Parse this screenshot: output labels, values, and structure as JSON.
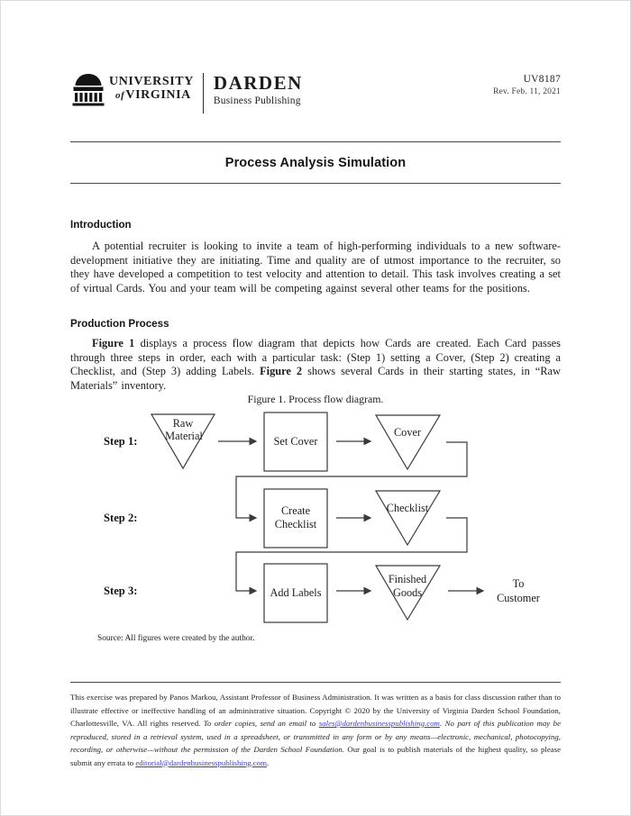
{
  "header": {
    "university_line1": "UNIVERSITY",
    "university_of": "of",
    "university_line2": "VIRGINIA",
    "brand": "DARDEN",
    "brand_sub": "Business Publishing",
    "doc_number": "UV8187",
    "revision": "Rev. Feb. 11, 2021"
  },
  "title": "Process Analysis Simulation",
  "sections": {
    "introduction": {
      "heading": "Introduction",
      "body": "A potential recruiter is looking to invite a team of high-performing individuals to a new software-development initiative they are initiating. Time and quality are of utmost importance to the recruiter, so they have developed a competition to test velocity and attention to detail. This task involves creating a set of virtual Cards. You and your team will be competing against several other teams for the positions."
    },
    "production_process": {
      "heading": "Production Process",
      "seg0": "Figure 1",
      "seg1": " displays a process flow diagram that depicts how Cards are created. Each Card passes through three steps in order, each with a particular task: (Step 1) setting a Cover, (Step 2) creating a Checklist, and (Step 3) adding Labels. ",
      "seg2": "Figure 2",
      "seg3": " shows several Cards in their starting states, in “Raw Materials” inventory."
    }
  },
  "figure": {
    "caption": "Figure 1. Process flow diagram.",
    "source": "Source: All figures were created by the author.",
    "step1": {
      "label": "Step 1:",
      "inv_line1": "Raw",
      "inv_line2": "Material",
      "task": "Set Cover",
      "out": "Cover"
    },
    "step2": {
      "label": "Step 2:",
      "task_line1": "Create",
      "task_line2": "Checklist",
      "out": "Checklist"
    },
    "step3": {
      "label": "Step 3:",
      "task": "Add Labels",
      "out_line1": "Finished",
      "out_line2": "Goods",
      "dest_line1": "To",
      "dest_line2": "Customer"
    }
  },
  "footer": {
    "seg0": "This exercise was prepared by Panos Markou, Assistant Professor of Business Administration. It was written as a basis for class discussion rather than to illustrate effective or ineffective handling of an administrative situation. Copyright © 2020 by the University of Virginia Darden School Foundation, Charlottesville, VA. All rights reserved. ",
    "seg1": "To order copies, send an email to ",
    "seg2": "sales@dardenbusinesspublishing.com",
    "seg3": ". ",
    "seg4": "No part of this publication may be reproduced, stored in a retrieval system, used in a spreadsheet, or transmitted in any form or by any means—electronic, mechanical, photocopying, recording, or otherwise—without the permission of the Darden School Foundation.",
    "seg5": " Our goal is to publish materials of the highest quality, so please submit any errata to ",
    "seg6": "editorial@dardenbusinesspublishing.com",
    "seg7": "."
  },
  "colors": {
    "link": "#3b3bc4",
    "rule": "#4a4a4a",
    "diagram_stroke": "#3a3a3a",
    "text": "#1c1c1c"
  }
}
